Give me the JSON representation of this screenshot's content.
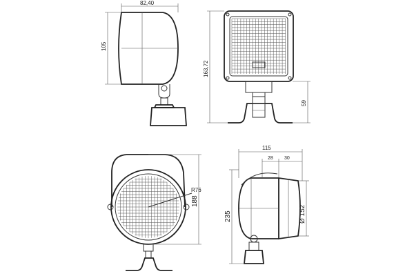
{
  "dimensions": {
    "top_side_width": "82,40",
    "top_side_height": "105",
    "top_front_height": "163,72",
    "top_front_bracket": "59",
    "bottom_front_radius": "R76",
    "bottom_front_height": "188",
    "bottom_side_depth": "115",
    "bottom_side_a": "28",
    "bottom_side_b": "30",
    "bottom_side_height": "235",
    "bottom_side_diameter": "Ø 152"
  }
}
